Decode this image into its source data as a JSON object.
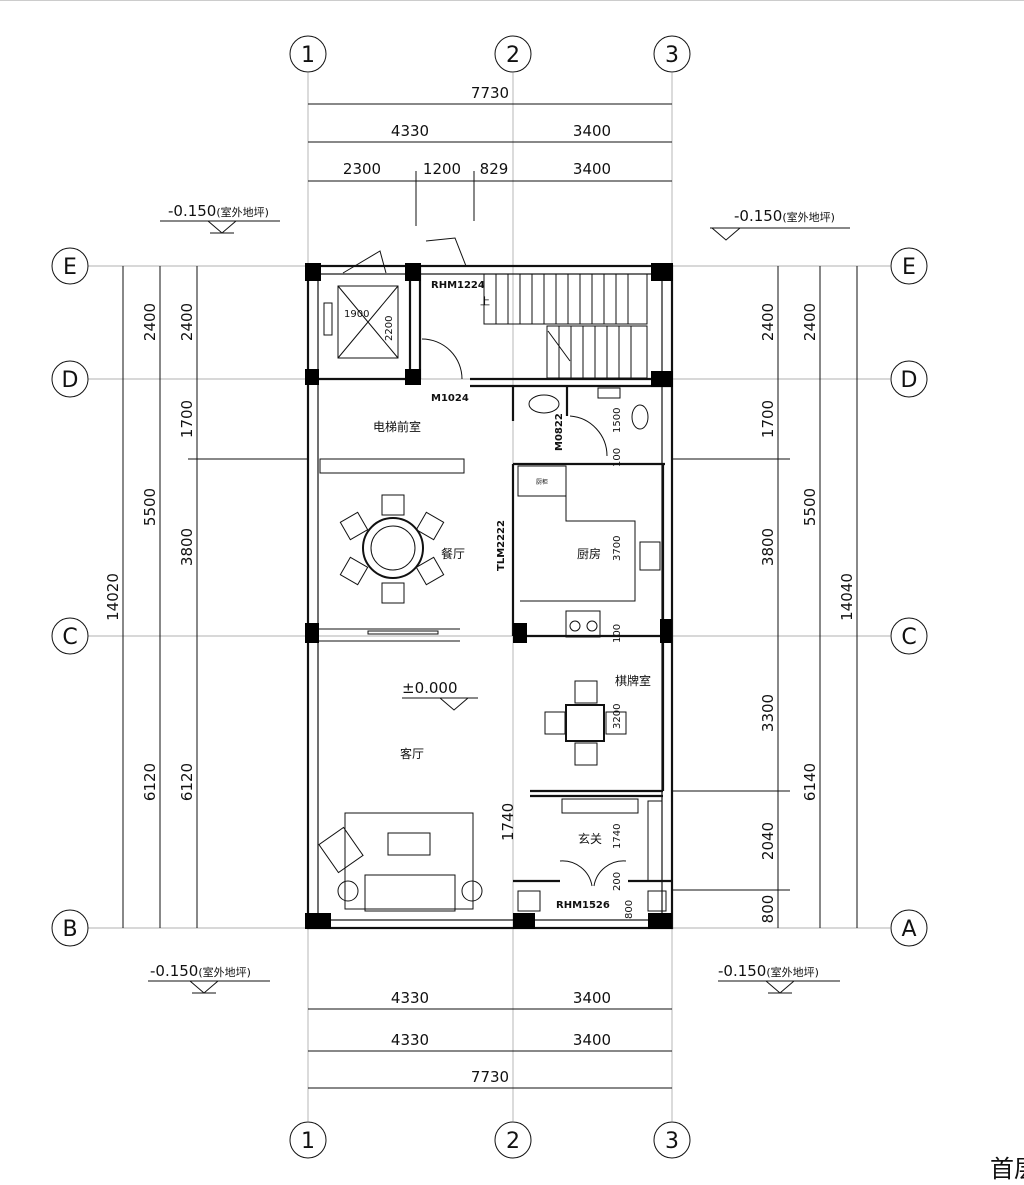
{
  "title_fragment": "首层",
  "axes": {
    "columns": [
      "1",
      "2",
      "3"
    ],
    "rows_left": [
      "E",
      "D",
      "C",
      "B"
    ],
    "rows_right": [
      "E",
      "D",
      "C",
      "A"
    ]
  },
  "dims_top": {
    "total": "7730",
    "row2": [
      "4330",
      "3400"
    ],
    "row3": [
      "2300",
      "1200",
      "829",
      "3400"
    ]
  },
  "dims_bottom": {
    "row1": [
      "4330",
      "3400"
    ],
    "row2": [
      "4330",
      "3400"
    ],
    "total": "7730"
  },
  "dims_left": {
    "outer": "14020",
    "mid": [
      "2400",
      "5500",
      "6120"
    ],
    "inner": [
      "2400",
      "1700",
      "3800",
      "6120"
    ]
  },
  "dims_right": {
    "inner": [
      "2400",
      "1700",
      "3800",
      "3300",
      "2040",
      "800"
    ],
    "mid": [
      "2400",
      "5500",
      "6140"
    ],
    "outer": "14040"
  },
  "levels": {
    "outdoor": "-0.150",
    "outdoor_note": "(室外地坪)",
    "indoor": "±0.000"
  },
  "rooms": {
    "elevator_lobby": "电梯前室",
    "dining": "餐厅",
    "kitchen": "厨房",
    "living": "客厅",
    "mahjong": "棋牌室",
    "entrance": "玄关"
  },
  "labels": {
    "door_rhm1224": "RHM1224",
    "door_m1024": "M1024",
    "door_m0822": "M0822",
    "door_tlm2222": "TLM2222",
    "door_rhm1526": "RHM1526",
    "elev_w": "1900",
    "elev_h": "2200",
    "stair_up": "上",
    "wc_dim": "1500",
    "k_dim1": "100",
    "k_dim2": "3700",
    "k_dim3": "100",
    "m_dim": "3200",
    "e_dim1": "1740",
    "e_dim2": "1740",
    "e_dim3": "200",
    "e_dim4": "800",
    "cabinet": "厨柜"
  }
}
